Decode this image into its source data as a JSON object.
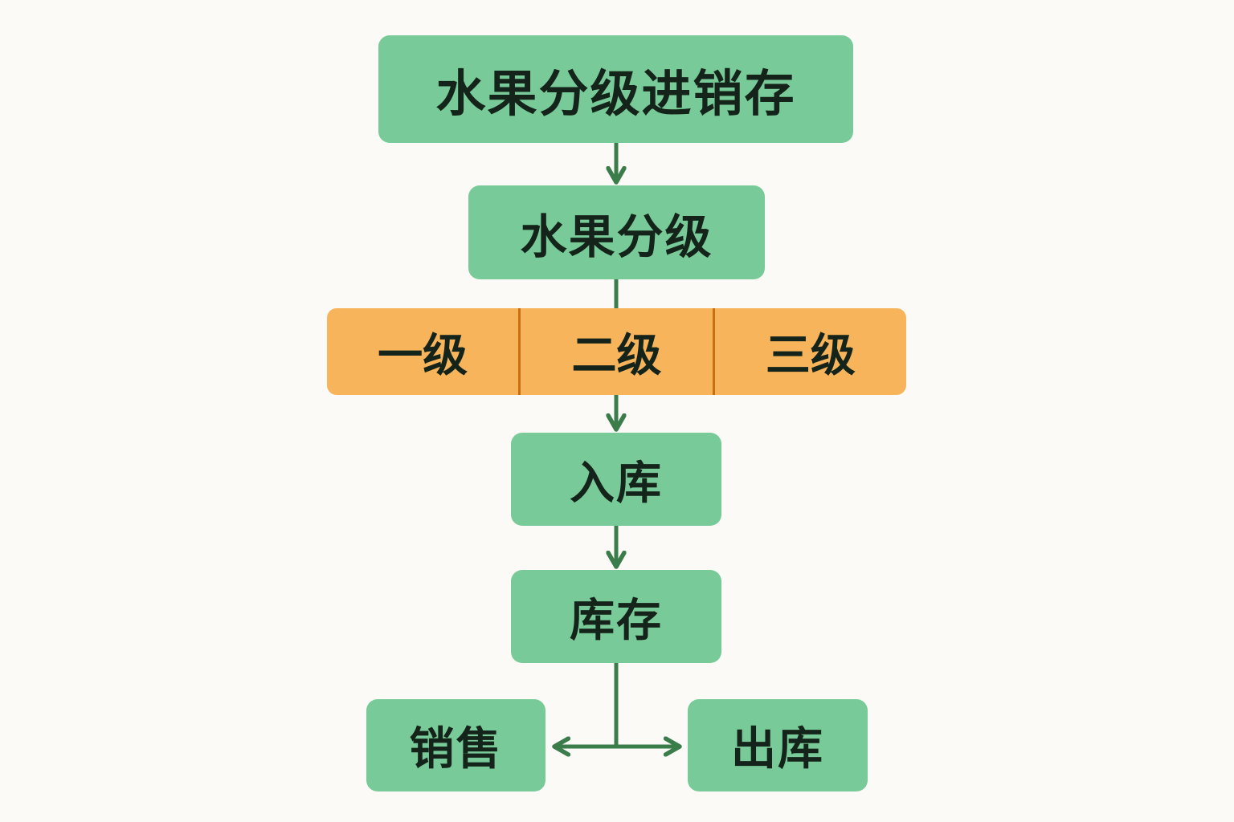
{
  "diagram": {
    "title": "水果分级进销存",
    "grading": "水果分级",
    "grades": [
      "一级",
      "二级",
      "三级"
    ],
    "inbound": "入库",
    "inventory": "库存",
    "sales": "销售",
    "outbound": "出库"
  },
  "colors": {
    "node_green": "#78cb98",
    "node_orange": "#f7b45a",
    "connector": "#3a7d4a",
    "background": "#fbfaf6"
  }
}
